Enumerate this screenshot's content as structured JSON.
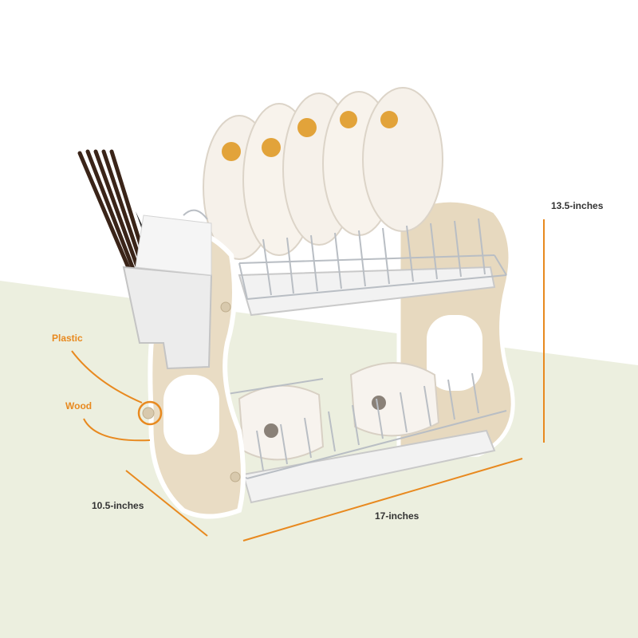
{
  "labels": {
    "plastic": "Plastic",
    "wood": "Wood",
    "height": "13.5-inches",
    "depth": "10.5-inches",
    "width": "17-inches"
  },
  "colors": {
    "accent": "#e8891f",
    "floor": "#ecefdf",
    "wood_panel": "#e9dcc4",
    "text": "#333333"
  }
}
